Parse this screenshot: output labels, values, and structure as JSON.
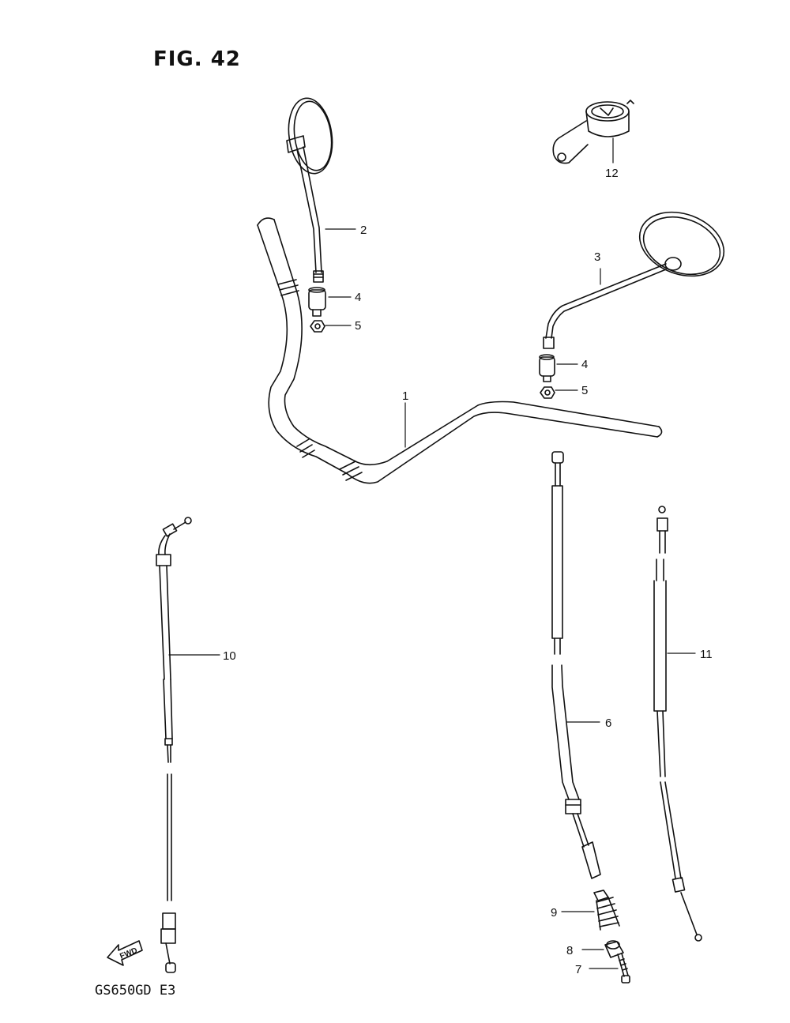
{
  "figure": {
    "title": "FIG. 42",
    "model_code": "GS650GD  E3"
  },
  "fwd_label": "FWD",
  "parts": [
    {
      "id": "1",
      "label": "1",
      "name": "handlebar"
    },
    {
      "id": "2",
      "label": "2",
      "name": "left-mirror"
    },
    {
      "id": "3",
      "label": "3",
      "name": "right-mirror"
    },
    {
      "id": "4a",
      "label": "4",
      "name": "mirror-adapter-left"
    },
    {
      "id": "4b",
      "label": "4",
      "name": "mirror-adapter-right"
    },
    {
      "id": "5a",
      "label": "5",
      "name": "nut-left"
    },
    {
      "id": "5b",
      "label": "5",
      "name": "nut-right"
    },
    {
      "id": "6",
      "label": "6",
      "name": "clutch-cable"
    },
    {
      "id": "7",
      "label": "7",
      "name": "screw"
    },
    {
      "id": "8",
      "label": "8",
      "name": "cable-end"
    },
    {
      "id": "9",
      "label": "9",
      "name": "boot"
    },
    {
      "id": "10",
      "label": "10",
      "name": "throttle-cable"
    },
    {
      "id": "11",
      "label": "11",
      "name": "choke-cable"
    },
    {
      "id": "12",
      "label": "12",
      "name": "fuel-cap"
    }
  ],
  "colors": {
    "ink": "#111111",
    "background": "#ffffff"
  }
}
